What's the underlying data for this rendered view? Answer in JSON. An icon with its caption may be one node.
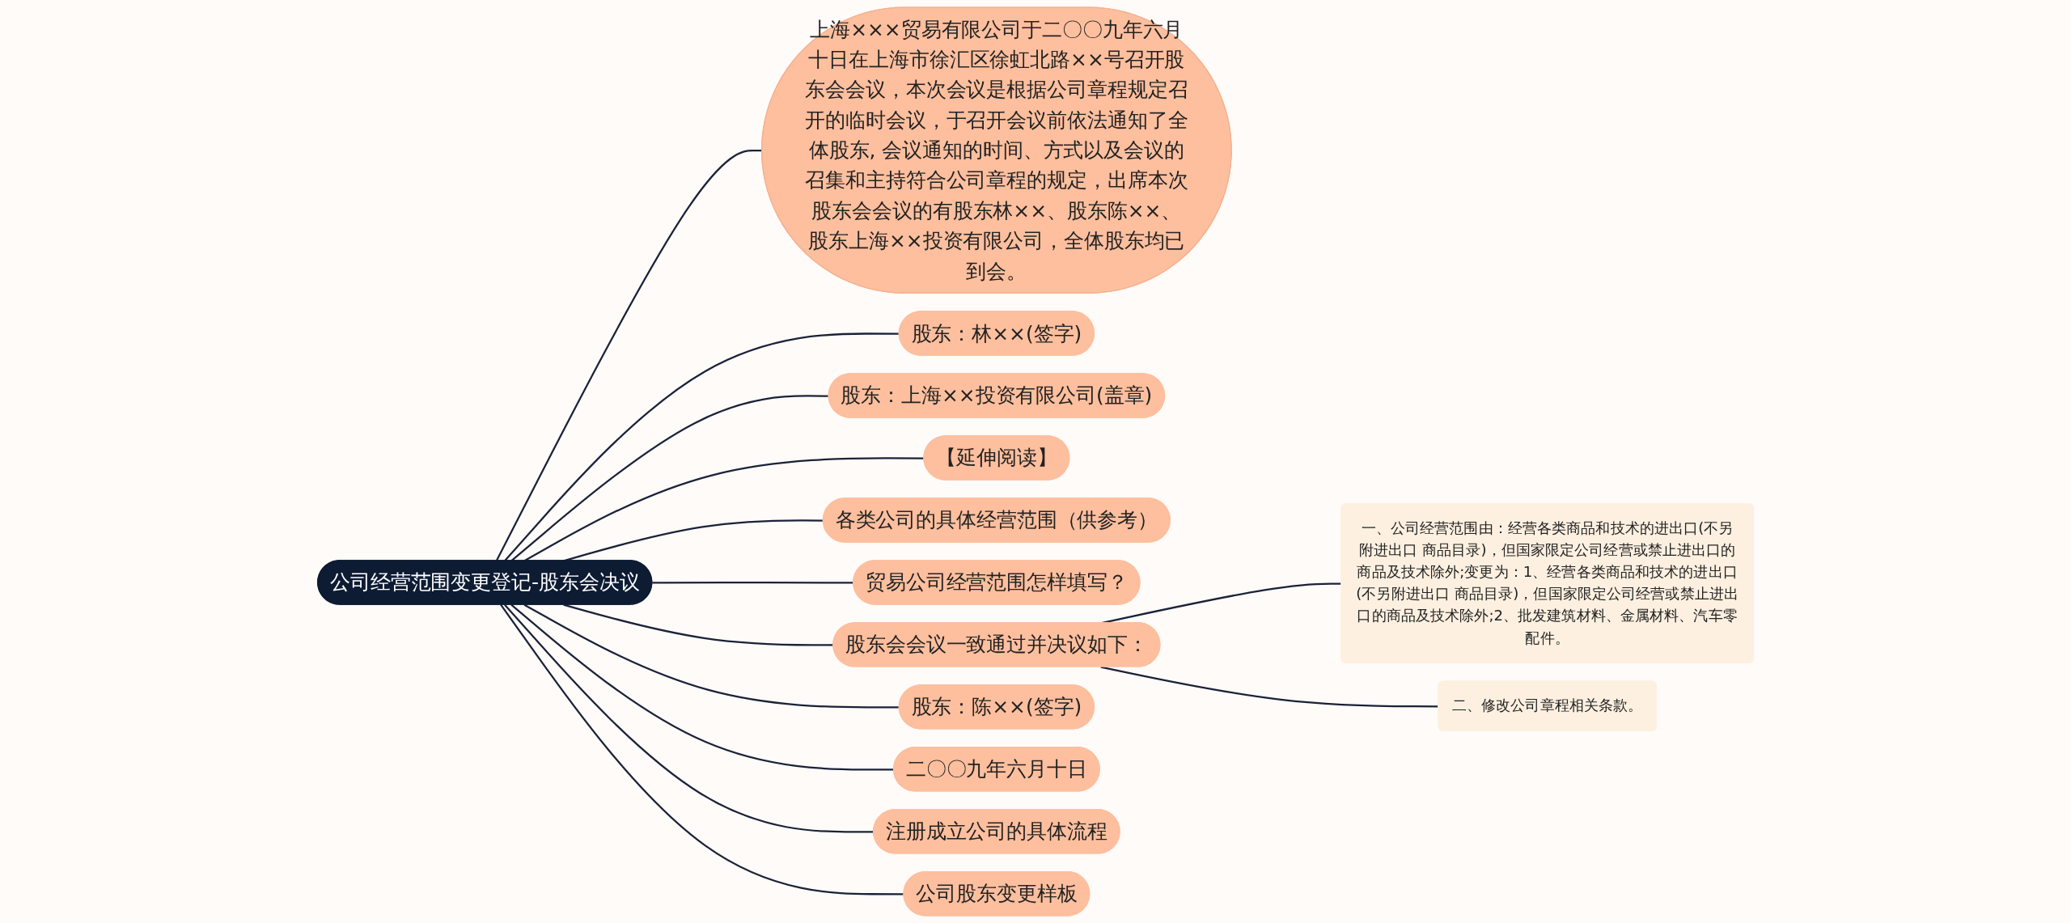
{
  "diagram": {
    "nodes": [
      {
        "text": [
          "公司经营范围变更登记-股东会决议"
        ]
      },
      {
        "text": [
          "上海×××贸易有限公司于二〇〇九年六月十日在上海市徐汇区徐虹北路××号召开股东会会议，本次会议是根据公司章程规定召开的临时会议，于召开会议前依法通知了全体股东, 会议通知的时间、方式以及会议的召集和主持符合公司章程的规定，出席本次股东会会议的有股东林××、股东陈××、股东上海××投资有限公司，全体股东均已到会。"
        ]
      },
      {
        "text": [
          "股东：林××(签字)"
        ]
      },
      {
        "text": [
          "股东：上海××投资有限公司(盖章)"
        ]
      },
      {
        "text": [
          "【延伸阅读】"
        ]
      },
      {
        "text": [
          "各类公司的具体经营范围（供参考）"
        ]
      },
      {
        "text": [
          "贸易公司经营范围怎样填写？"
        ]
      },
      {
        "text": [
          "股东会会议一致通过并决议如下："
        ]
      },
      {
        "text": [
          "一、公司经营范围由：经营各类商品和技术的进出口(不另附进出口 商品目录)，但国家限定公司经营或禁止进出口的商品及技术除外;变更为：1、经营各类商品和技术的进出口(不另附进出口 商品目录)，但国家限定公司经营或禁止进出口的商品及技术除外;2、批发建筑材料、金属材料、汽车零配件。"
        ]
      },
      {
        "text": [
          "二、修改公司章程相关条款。"
        ]
      },
      {
        "text": [
          "股东：陈××(签字)"
        ]
      },
      {
        "text": [
          "二〇〇九年六月十日"
        ]
      },
      {
        "text": [
          "注册成立公司的具体流程"
        ]
      },
      {
        "text": [
          "公司股东变更样板"
        ]
      }
    ],
    "edges": [
      {
        "from": 0,
        "to": 1,
        "arrow": "none"
      },
      {
        "from": 0,
        "to": 2,
        "arrow": "none"
      },
      {
        "from": 0,
        "to": 3,
        "arrow": "none"
      },
      {
        "from": 0,
        "to": 4,
        "arrow": "none"
      },
      {
        "from": 0,
        "to": 5,
        "arrow": "none"
      },
      {
        "from": 0,
        "to": 6,
        "arrow": "none"
      },
      {
        "from": 0,
        "to": 7,
        "arrow": "none"
      },
      {
        "from": 7,
        "to": 8,
        "arrow": "none"
      },
      {
        "from": 7,
        "to": 9,
        "arrow": "none"
      },
      {
        "from": 0,
        "to": 10,
        "arrow": "none"
      },
      {
        "from": 0,
        "to": 11,
        "arrow": "none"
      },
      {
        "from": 0,
        "to": 12,
        "arrow": "none"
      },
      {
        "from": 0,
        "to": 13,
        "arrow": "none"
      }
    ]
  }
}
